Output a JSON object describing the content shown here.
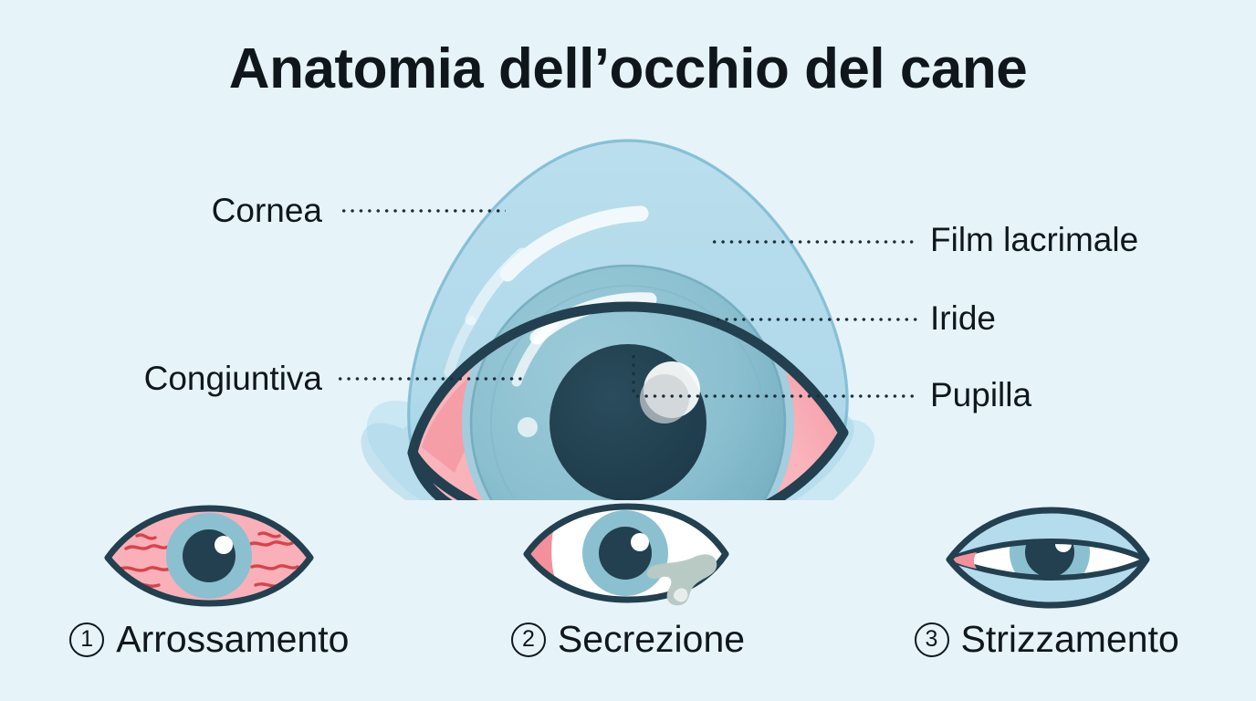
{
  "header": {
    "title": "Anatomia dell’occhio del cane"
  },
  "diagram": {
    "name": "dog-eye-anatomy-diagram",
    "labels": [
      {
        "id": "cornea",
        "text": "Cornea",
        "side": "left"
      },
      {
        "id": "congiuntiva",
        "text": "Congiuntiva",
        "side": "left"
      },
      {
        "id": "film",
        "text": "Film lacrimale",
        "side": "right"
      },
      {
        "id": "iride",
        "text": "Iride",
        "side": "right"
      },
      {
        "id": "pupilla",
        "text": "Pupilla",
        "side": "right"
      }
    ]
  },
  "symptoms": [
    {
      "number": "1",
      "label": "Arrossamento",
      "icon": "red-eye-icon"
    },
    {
      "number": "2",
      "label": "Secrezione",
      "icon": "discharge-eye-icon"
    },
    {
      "number": "3",
      "label": "Strizzamento",
      "icon": "squinting-eye-icon"
    }
  ],
  "colors": {
    "background": "#e6f4f9",
    "outline": "#22404f",
    "tear_film": "#a8d7e8",
    "conjunctiva_pink": "#f9b5bd",
    "conjunctiva_pink_deep": "#f3929e",
    "iris": "#8bc0d0",
    "iris_shade": "#6fa9bc",
    "pupil": "#22404f",
    "highlight": "#ffffff",
    "discharge": "#b9c9c4",
    "vessel_red": "#d8434a",
    "text": "#10171c"
  }
}
